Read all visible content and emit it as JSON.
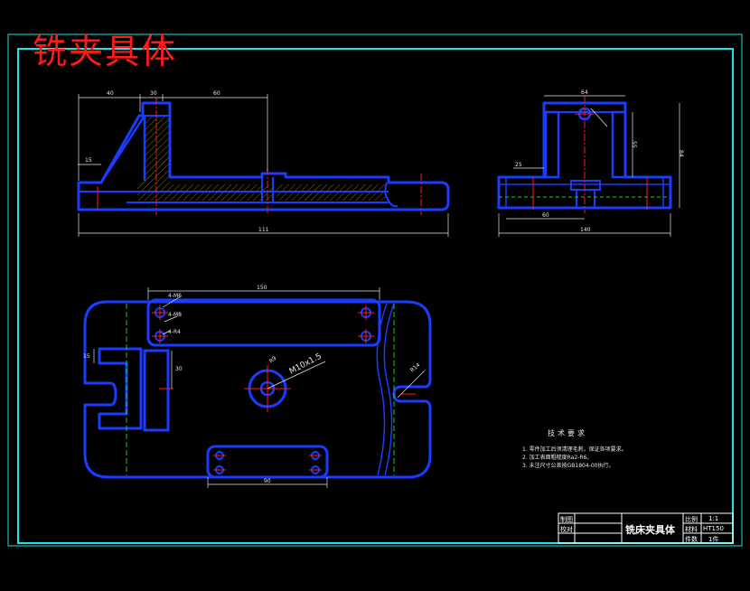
{
  "title": "铣夹具体",
  "dimensions": {
    "front_top_1": "40",
    "front_top_2": "30",
    "front_top_3": "60",
    "front_left_h": "15",
    "front_overall": "111",
    "side_top": "64",
    "side_left": "25",
    "side_bottom": "60",
    "side_overall": "140",
    "side_right_1": "55",
    "side_right_2": "84",
    "plan_top": "150",
    "plan_hole_1": "4-M6",
    "plan_hole_2": "4-M8",
    "plan_hole_3": "4-R4",
    "plan_left": "15",
    "plan_slot": "30",
    "plan_thread": "M10x1.5",
    "plan_radius_1": "R9",
    "plan_radius_2": "R14",
    "plan_bottom": "90"
  },
  "notes": {
    "heading": "技术要求",
    "items": [
      "1. 零件加工后须清理毛刺，保证各项要求。",
      "2. 加工表面粗糙度Ra2-R6。",
      "3. 未注尺寸公差按GB1804-00执行。"
    ]
  },
  "title_block": {
    "name": "铣床夹具体",
    "label_design": "制图",
    "label_check": "校对",
    "label_scale": "比例",
    "scale": "1:1",
    "label_material": "材料",
    "material": "HT150",
    "label_qty": "件数",
    "qty": "1件"
  },
  "colors": {
    "outline": "#1a3cff",
    "frame": "#19e6e6",
    "center": "#ff1a1a",
    "hidden": "#1ecc1e",
    "dimension": "#e6e6e6",
    "hatch": "#e6c200",
    "title": "#ff1a1a"
  }
}
